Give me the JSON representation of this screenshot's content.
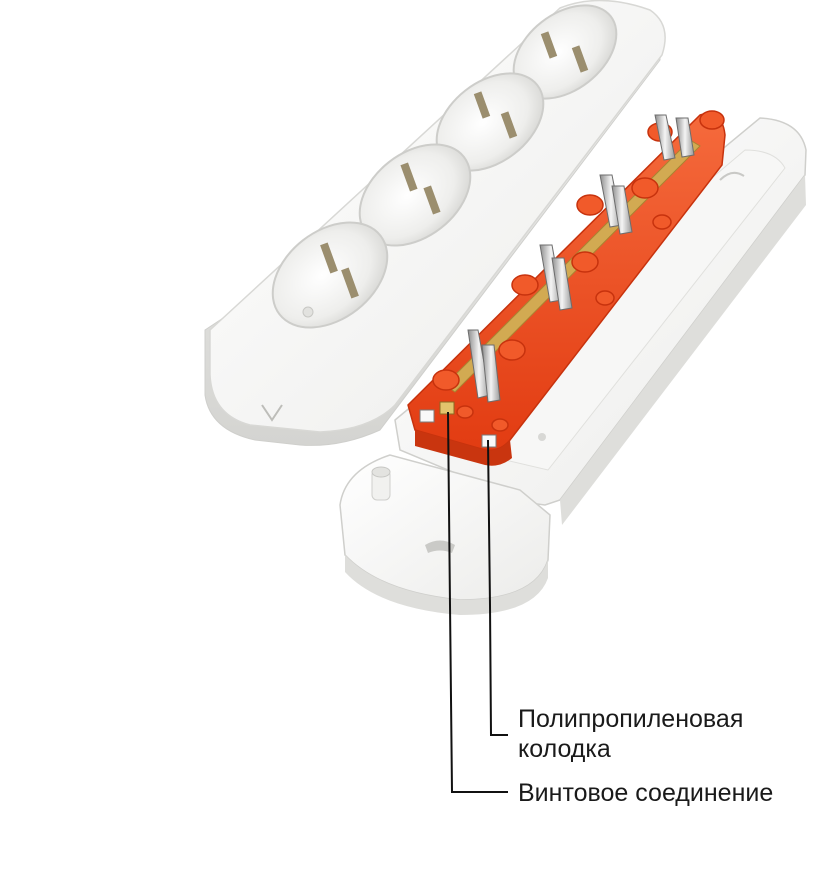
{
  "annotations": {
    "block_line1": "Полипропиленовая",
    "block_line2": "колодка",
    "screw_label": "Винтовое соединение"
  },
  "colors": {
    "housing_white": "#f4f4f2",
    "housing_shadow": "#d9d9d6",
    "terminal_block_orange": "#ef4a1e",
    "brass_bus": "#c9a24a",
    "leader_line": "#111111"
  },
  "image_subject": "four-socket extension outlet, exploded view"
}
